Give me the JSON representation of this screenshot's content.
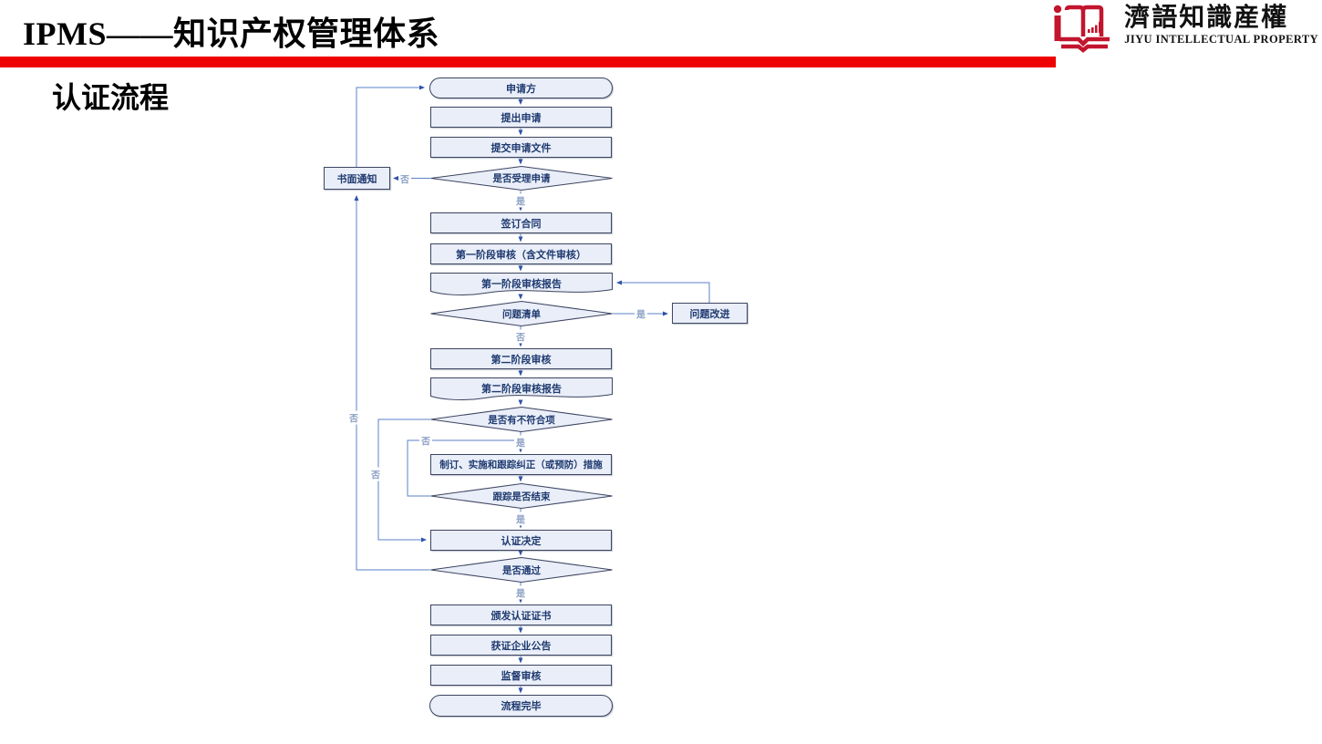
{
  "header": {
    "title": "IPMS——知识产权管理体系",
    "subtitle": "认证流程"
  },
  "logo": {
    "cn": "濟語知識産權",
    "en": "JIYU INTELLECTUAL PROPERTY"
  },
  "colors": {
    "divider_red": "#ee0202",
    "logo_red": "#c2152e",
    "node_fill": "#e9eef8",
    "node_border": "#3c4460",
    "node_text": "#1f3a70",
    "connector_blue": "#5b82c8",
    "edge_label_blue": "#8ba0c4"
  },
  "flowchart": {
    "label_yes": "是",
    "label_no": "否",
    "nodes": {
      "applicant": {
        "label": "申请方",
        "type": "stadium"
      },
      "submit_application": {
        "label": "提出申请",
        "type": "rect"
      },
      "submit_documents": {
        "label": "提交申请文件",
        "type": "rect"
      },
      "accept_decision": {
        "label": "是否受理申请",
        "type": "diamond"
      },
      "written_notice": {
        "label": "书面通知",
        "type": "rect"
      },
      "sign_contract": {
        "label": "签订合同",
        "type": "rect"
      },
      "stage1_audit": {
        "label": "第一阶段审核（含文件审核）",
        "type": "rect"
      },
      "stage1_report": {
        "label": "第一阶段审核报告",
        "type": "document"
      },
      "problem_list": {
        "label": "问题清单",
        "type": "diamond"
      },
      "problem_improvement": {
        "label": "问题改进",
        "type": "rect"
      },
      "stage2_audit": {
        "label": "第二阶段审核",
        "type": "rect"
      },
      "stage2_report": {
        "label": "第二阶段审核报告",
        "type": "document"
      },
      "nonconformity_decision": {
        "label": "是否有不符合项",
        "type": "diamond"
      },
      "corrective_measures": {
        "label": "制订、实施和跟踪纠正（或预防）措施",
        "type": "rect"
      },
      "tracking_done_decision": {
        "label": "跟踪是否结束",
        "type": "diamond"
      },
      "certification_decision": {
        "label": "认证决定",
        "type": "rect"
      },
      "pass_decision": {
        "label": "是否通过",
        "type": "diamond"
      },
      "issue_certificate": {
        "label": "颁发认证证书",
        "type": "rect"
      },
      "company_announcement": {
        "label": "获证企业公告",
        "type": "rect"
      },
      "supervision_audit": {
        "label": "监督审核",
        "type": "rect"
      },
      "process_complete": {
        "label": "流程完毕",
        "type": "stadium"
      }
    }
  }
}
